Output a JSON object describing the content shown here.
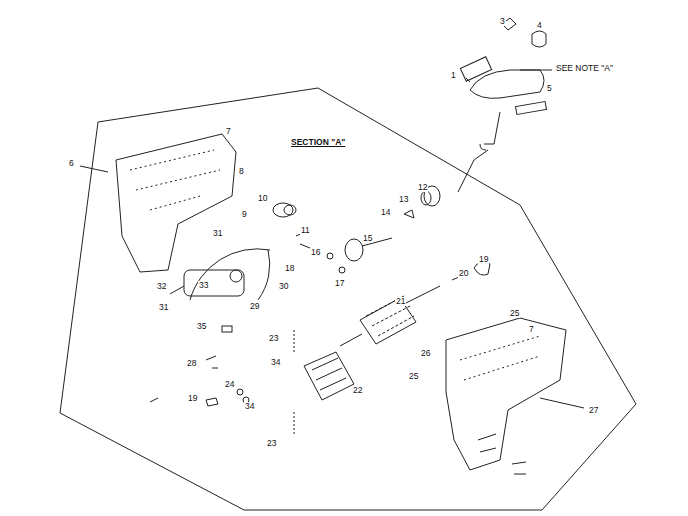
{
  "diagram": {
    "labels": [
      "3",
      "4",
      "1",
      "SEE NOTE \"A\"",
      "5",
      "7",
      "SECTION \"A\"",
      "6",
      "8",
      "10",
      "12",
      "13",
      "9",
      "14",
      "31",
      "11",
      "15",
      "16",
      "19",
      "18",
      "20",
      "17",
      "32",
      "33",
      "30",
      "29",
      "31",
      "21",
      "25",
      "7",
      "35",
      "23",
      "34",
      "28",
      "26",
      "22",
      "24",
      "25",
      "19",
      "34",
      "27",
      "23"
    ]
  }
}
